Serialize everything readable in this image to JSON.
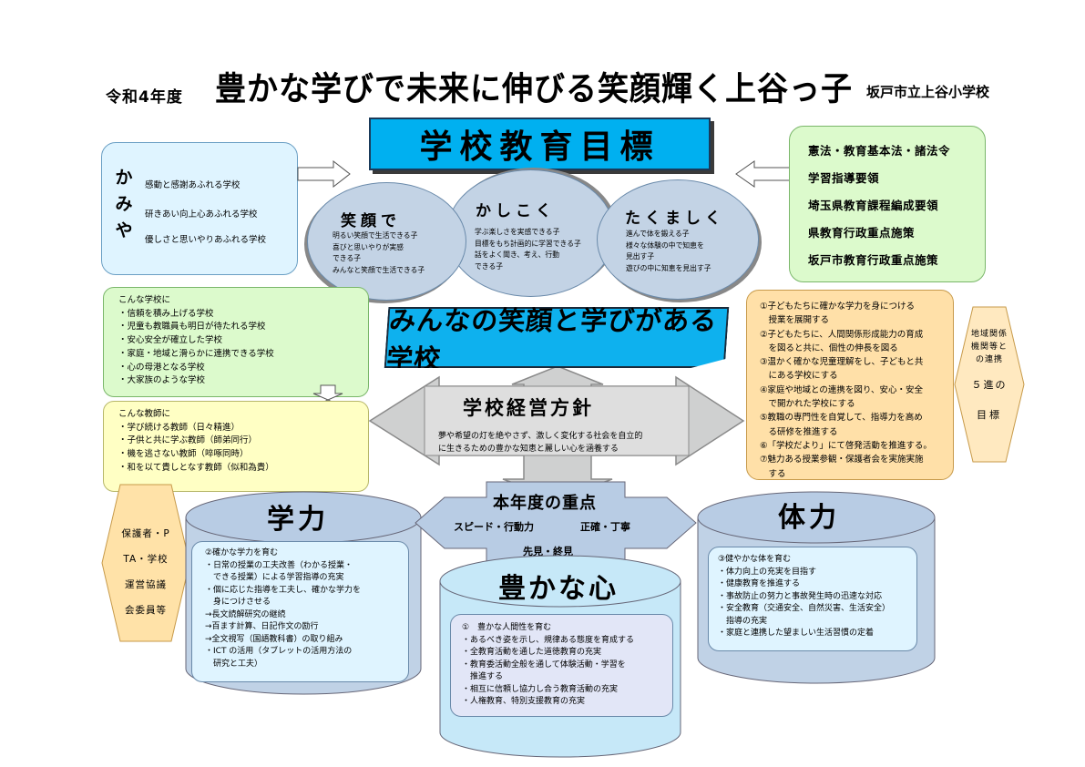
{
  "header": {
    "year": "令和4年度",
    "slogan": "豊かな学びで未来に伸びる笑顔輝く上谷っ子",
    "school": "坂戸市立上谷小学校"
  },
  "goal_title": "学校教育目標",
  "kamiya": {
    "vertical_chars": [
      "か",
      "み",
      "や"
    ],
    "items": [
      "感動と感謝あふれる学校",
      "研きあい向上心あふれる学校",
      "優しさと思いやりあふれる学校"
    ]
  },
  "laws": [
    "憲法・教育基本法・諸法令",
    "学習指導要領",
    "埼玉県教育課程編成要領",
    "県教育行政重点施策",
    "坂戸市教育行政重点施策"
  ],
  "ellipses": [
    {
      "title": "笑顔で",
      "lines": [
        "明るい笑顔で生活できる子",
        "喜びと思いやりが実感",
        "できる子",
        "みんなと笑顔で生活できる子"
      ]
    },
    {
      "title": "かしこく",
      "lines": [
        "学ぶ楽しさを実感できる子",
        "目標をもち計画的に学習できる子",
        "話をよく聞き、考え、行動",
        "できる子"
      ]
    },
    {
      "title": "たくましく",
      "lines": [
        "進んで体を鍛える子",
        "様々な体験の中で知恵を",
        "見出す子",
        "遊びの中に知恵を見出す子"
      ]
    }
  ],
  "banner": "みんなの笑顔と学びがある学校",
  "school_box": {
    "heading": "こんな学校に",
    "items": [
      "・信頼を積み上げる学校",
      "・児童も教職員も明日が待たれる学校",
      "・安心安全が確立した学校",
      "・家庭・地域と滑らかに連携できる学校",
      "・心の母港となる学校",
      "・大家族のような学校"
    ]
  },
  "teacher_box": {
    "heading": "こんな教師に",
    "items": [
      "・学び続ける教師（日々精進）",
      "・子供と共に学ぶ教師（師弟同行）",
      "・機を逃さない教師（啐啄同時）",
      "・和を以て貴しとなす教師（似和為貴）"
    ]
  },
  "policy": {
    "title": "学校経営方針",
    "lines": [
      "夢や希望の灯を絶やさず、激しく変化する社会を自立的",
      "に生きるための豊かな知恵と麗しい心を涵養する"
    ]
  },
  "objectives": [
    "①子どもたちに確かな学力を身につける",
    "　授業を展開する",
    "②子どもたちに、人間関係形成能力の育成",
    "　を図ると共に、個性の伸長を図る",
    "③温かく確かな児童理解をし、子どもと共",
    "　にある学校にする",
    "④家庭や地域との連携を図り、安心・安全",
    "　で開かれた学校にする",
    "⑤教職の専門性を自覚して、指導力を高め",
    "　る研修を推進する",
    "⑥「学校だより」にて啓発活動を推進する。",
    "⑦魅力ある授業参観・保護者会を実施実施",
    "　する"
  ],
  "community": {
    "lines": [
      "地域関係",
      "機関等と",
      "の連携"
    ],
    "five": "５進の",
    "goals": "目標"
  },
  "pta": [
    "保護者・P",
    "TA・学校",
    "運営協議",
    "会委員等"
  ],
  "priority": {
    "title": "本年度の重点",
    "line1a": "スピード・行動力",
    "line1b": "正確・丁寧",
    "line2": "先見・終見"
  },
  "gakuryoku": {
    "title": "学力",
    "lines": [
      "②確かな学力を育む",
      "・日常の授業の工夫改善（わかる授業・",
      "　できる授業）による学習指導の充実",
      "・個に応じた指導を工夫し、確かな学力を",
      "　身につけさせる",
      "→長文読解研究の継続",
      "→百ます計算、日記作文の励行",
      "→全文視写（国語教科書）の取り組み",
      "・ICT の活用（タブレットの活用方法の",
      "　研究と工夫）"
    ]
  },
  "kokoro": {
    "title": "豊かな心",
    "lines": [
      "①　豊かな人間性を育む",
      "・あるべき姿を示し、規律ある態度を育成する",
      "・全教育活動を通した道徳教育の充実",
      "・教育委活動全般を通して体験活動・学習を",
      "　推進する",
      "・相互に信頼し協力し合う教育活動の充実",
      "・人権教育、特別支援教育の充実"
    ]
  },
  "tairyoku": {
    "title": "体力",
    "lines": [
      "③健やかな体を育む",
      "・体力向上の充実を目指す",
      "・健康教育を推進する",
      "・事故防止の努力と事故発生時の迅速な対応",
      "・安全教育（交通安全、自然災害、生活安全）",
      "　指導の充実",
      "・家庭と連携した望ましい生活習慣の定着"
    ]
  },
  "colors": {
    "goal_blue": "#00b0f0",
    "banner_blue": "#0eb1ee",
    "green_box": "#dcfacc",
    "yellow_box": "#ffffc4",
    "orange_box": "#ffe0a8",
    "ellipse": "#c3d3e5",
    "cylinder": "#b8cce4"
  }
}
